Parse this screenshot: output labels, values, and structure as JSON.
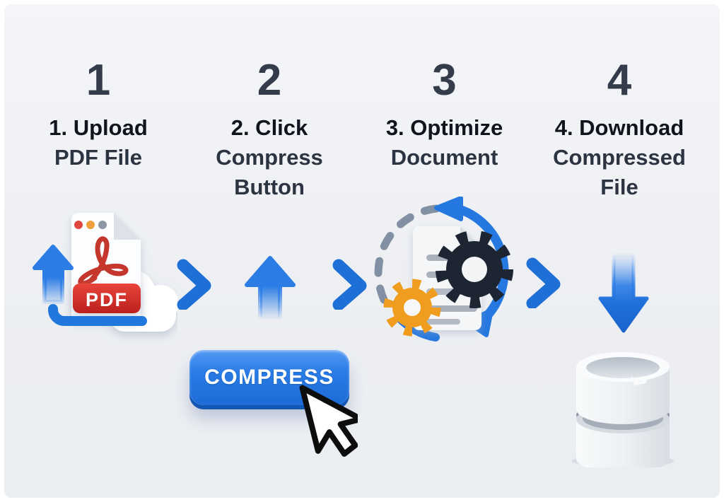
{
  "steps": [
    {
      "number": "1",
      "lines": [
        "1. Upload",
        "PDF File"
      ],
      "icon": "pdf-upload-icon"
    },
    {
      "number": "2",
      "lines": [
        "2. Click",
        "Compress",
        "Button"
      ],
      "icon": "compress-up-arrow-icon"
    },
    {
      "number": "3",
      "lines": [
        "3. Optimize",
        "Document"
      ],
      "icon": "optimize-gears-icon"
    },
    {
      "number": "4",
      "lines": [
        "4. Download",
        "Compressed",
        "File"
      ],
      "icon": "download-compressed-icon"
    }
  ],
  "compress_button": {
    "label": "COMPRESS"
  },
  "pdf_badge_label": "PDF",
  "colors": {
    "background": "#edeff3",
    "frame": "#ffffff",
    "number": "#343c4b",
    "label_primary": "#10151d",
    "label_secondary": "#2c3442",
    "accent_blue": "#2176d9",
    "button_blue_top": "#5599f3",
    "button_blue_bottom": "#1d6bd6",
    "button_lip": "#1357b4",
    "pdf_red": "#d0312c",
    "gear_orange": "#f09d1f",
    "gear_dark": "#1d2533",
    "dash_gray": "#8290a3",
    "cylinder_gray": "#e7eaee"
  }
}
